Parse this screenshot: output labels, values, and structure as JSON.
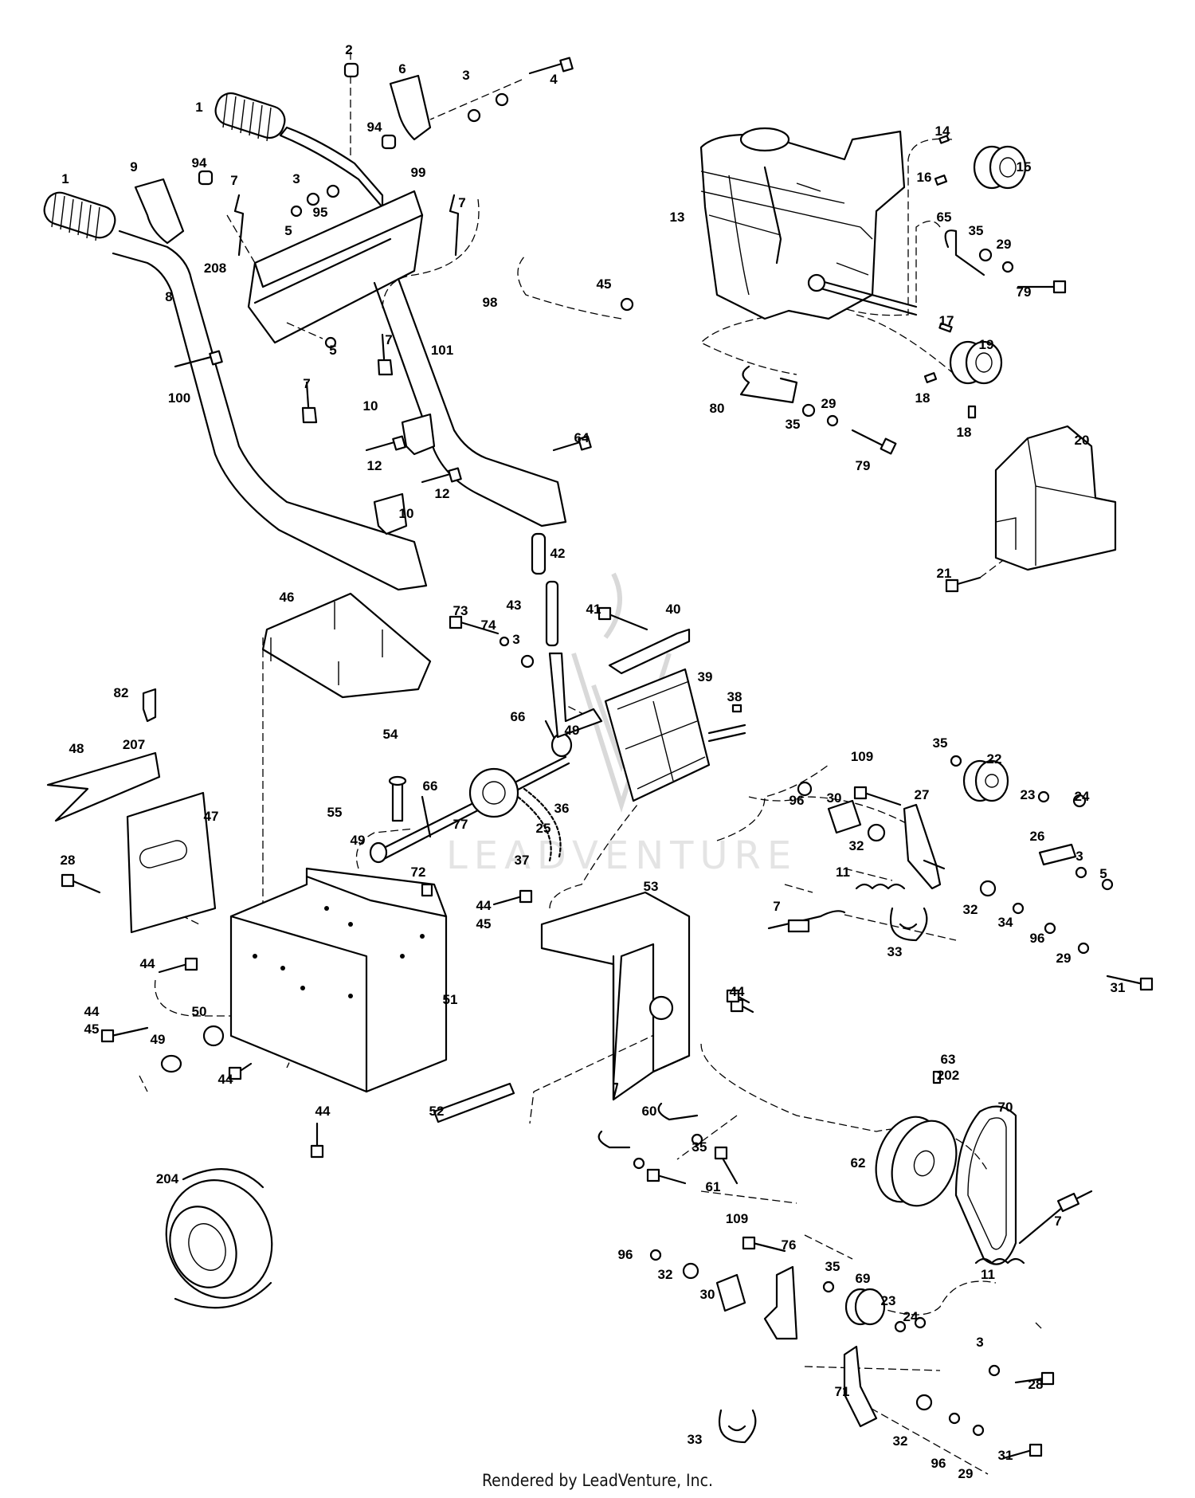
{
  "footer": {
    "credit": "Rendered by LeadVenture, Inc."
  },
  "watermark": {
    "text": "LEADVENTURE"
  },
  "callouts": [
    {
      "label": "1"
    },
    {
      "label": "1"
    },
    {
      "label": "2"
    },
    {
      "label": "3"
    },
    {
      "label": "4"
    },
    {
      "label": "6"
    },
    {
      "label": "94"
    },
    {
      "label": "9"
    },
    {
      "label": "94"
    },
    {
      "label": "7"
    },
    {
      "label": "3"
    },
    {
      "label": "5"
    },
    {
      "label": "95"
    },
    {
      "label": "99"
    },
    {
      "label": "7"
    },
    {
      "label": "208"
    },
    {
      "label": "8"
    },
    {
      "label": "98"
    },
    {
      "label": "5"
    },
    {
      "label": "7"
    },
    {
      "label": "101"
    },
    {
      "label": "7"
    },
    {
      "label": "100"
    },
    {
      "label": "10"
    },
    {
      "label": "12"
    },
    {
      "label": "64"
    },
    {
      "label": "12"
    },
    {
      "label": "10"
    },
    {
      "label": "14"
    },
    {
      "label": "15"
    },
    {
      "label": "16"
    },
    {
      "label": "13"
    },
    {
      "label": "65"
    },
    {
      "label": "35"
    },
    {
      "label": "29"
    },
    {
      "label": "45"
    },
    {
      "label": "79"
    },
    {
      "label": "17"
    },
    {
      "label": "19"
    },
    {
      "label": "18"
    },
    {
      "label": "18"
    },
    {
      "label": "80"
    },
    {
      "label": "35"
    },
    {
      "label": "29"
    },
    {
      "label": "79"
    },
    {
      "label": "20"
    },
    {
      "label": "21"
    },
    {
      "label": "42"
    },
    {
      "label": "46"
    },
    {
      "label": "43"
    },
    {
      "label": "73"
    },
    {
      "label": "74"
    },
    {
      "label": "41"
    },
    {
      "label": "40"
    },
    {
      "label": "3"
    },
    {
      "label": "39"
    },
    {
      "label": "82"
    },
    {
      "label": "38"
    },
    {
      "label": "66"
    },
    {
      "label": "49"
    },
    {
      "label": "48"
    },
    {
      "label": "207"
    },
    {
      "label": "54"
    },
    {
      "label": "66"
    },
    {
      "label": "36"
    },
    {
      "label": "47"
    },
    {
      "label": "55"
    },
    {
      "label": "77"
    },
    {
      "label": "25"
    },
    {
      "label": "49"
    },
    {
      "label": "37"
    },
    {
      "label": "28"
    },
    {
      "label": "72"
    },
    {
      "label": "44"
    },
    {
      "label": "45"
    },
    {
      "label": "44"
    },
    {
      "label": "44"
    },
    {
      "label": "45"
    },
    {
      "label": "50"
    },
    {
      "label": "51"
    },
    {
      "label": "49"
    },
    {
      "label": "44"
    },
    {
      "label": "44"
    },
    {
      "label": "52"
    },
    {
      "label": "204"
    },
    {
      "label": "35"
    },
    {
      "label": "109"
    },
    {
      "label": "27"
    },
    {
      "label": "22"
    },
    {
      "label": "23"
    },
    {
      "label": "96"
    },
    {
      "label": "30"
    },
    {
      "label": "24"
    },
    {
      "label": "32"
    },
    {
      "label": "26"
    },
    {
      "label": "3"
    },
    {
      "label": "5"
    },
    {
      "label": "11"
    },
    {
      "label": "53"
    },
    {
      "label": "7"
    },
    {
      "label": "32"
    },
    {
      "label": "34"
    },
    {
      "label": "33"
    },
    {
      "label": "96"
    },
    {
      "label": "29"
    },
    {
      "label": "31"
    },
    {
      "label": "44"
    },
    {
      "label": "63"
    },
    {
      "label": "202"
    },
    {
      "label": "70"
    },
    {
      "label": "60"
    },
    {
      "label": "35"
    },
    {
      "label": "62"
    },
    {
      "label": "61"
    },
    {
      "label": "7"
    },
    {
      "label": "109"
    },
    {
      "label": "11"
    },
    {
      "label": "76"
    },
    {
      "label": "96"
    },
    {
      "label": "35"
    },
    {
      "label": "32"
    },
    {
      "label": "69"
    },
    {
      "label": "30"
    },
    {
      "label": "23"
    },
    {
      "label": "24"
    },
    {
      "label": "3"
    },
    {
      "label": "28"
    },
    {
      "label": "71"
    },
    {
      "label": "33"
    },
    {
      "label": "32"
    },
    {
      "label": "96"
    },
    {
      "label": "29"
    },
    {
      "label": "31"
    }
  ]
}
